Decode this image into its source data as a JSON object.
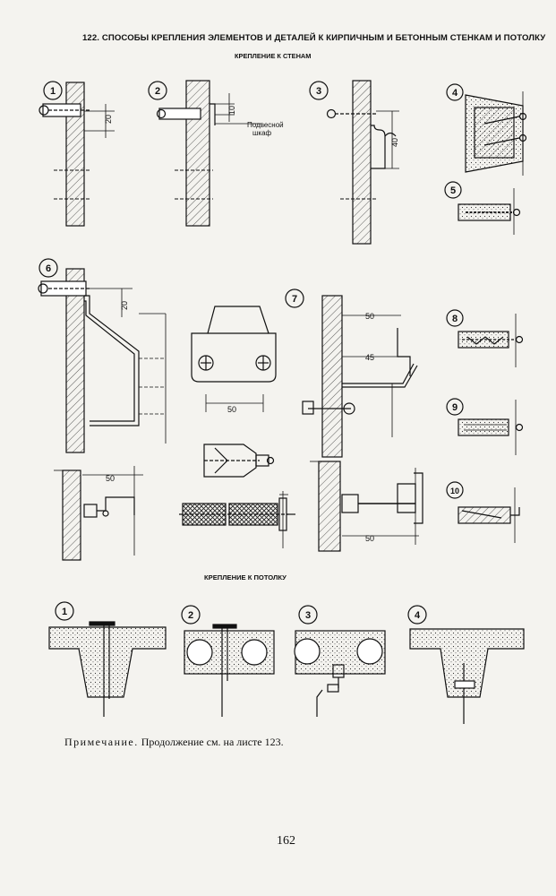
{
  "page": {
    "title": "122. СПОСОБЫ КРЕПЛЕНИЯ ЭЛЕМЕНТОВ И ДЕТАЛЕЙ К КИРПИЧНЫМ И БЕТОННЫМ СТЕНКАМ И ПОТОЛКУ",
    "section_walls": "КРЕПЛЕНИЕ К СТЕНАМ",
    "section_ceiling": "КРЕПЛЕНИЕ К ПОТОЛКУ",
    "note_label": "Примечание.",
    "note_text": "Продолжение см. на листе 123.",
    "page_number": "162"
  },
  "figures": {
    "wall_numbers": [
      "1",
      "2",
      "3",
      "4",
      "5",
      "6",
      "7",
      "8",
      "9",
      "10"
    ],
    "ceiling_numbers": [
      "1",
      "2",
      "3",
      "4"
    ]
  },
  "dimensions": {
    "d1": "20",
    "d2": "10",
    "d3": "40",
    "d6": "20",
    "d6b": "50",
    "dplate": "50",
    "d7a": "50",
    "d7b": "45",
    "d7c": "50"
  },
  "labels": {
    "cabinet_line1": "Подвесной",
    "cabinet_line2": "шкаф"
  }
}
